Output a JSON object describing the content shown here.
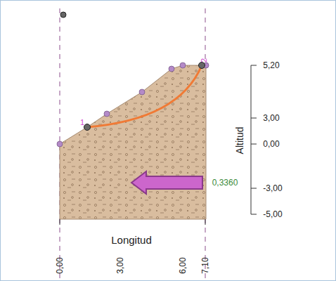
{
  "diagram": {
    "labels": [
      "5,20",
      "3,00",
      "0,00",
      "-3,00",
      "-5,00",
      "Altitud",
      "0,3360",
      "1",
      "2",
      "Longitud",
      "0,00",
      "3,00",
      "6,00",
      "7,10"
    ]
  }
}
